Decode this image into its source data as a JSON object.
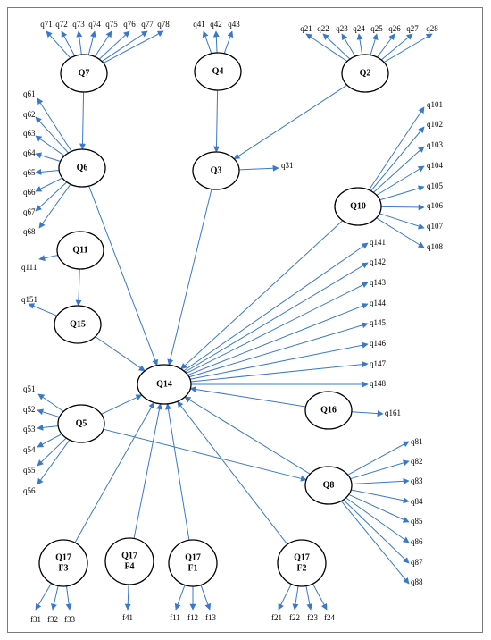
{
  "colors": {
    "edge": "#3a78c8",
    "node_stroke": "#000000",
    "text": "#000000",
    "frame": "#7a7a7a"
  },
  "nodes": [
    {
      "id": "Q7",
      "label": [
        "Q7"
      ]
    },
    {
      "id": "Q4",
      "label": [
        "Q4"
      ]
    },
    {
      "id": "Q2",
      "label": [
        "Q2"
      ]
    },
    {
      "id": "Q6",
      "label": [
        "Q6"
      ]
    },
    {
      "id": "Q3",
      "label": [
        "Q3"
      ]
    },
    {
      "id": "Q10",
      "label": [
        "Q10"
      ]
    },
    {
      "id": "Q11",
      "label": [
        "Q11"
      ]
    },
    {
      "id": "Q15",
      "label": [
        "Q15"
      ]
    },
    {
      "id": "Q14",
      "label": [
        "Q14"
      ]
    },
    {
      "id": "Q5",
      "label": [
        "Q5"
      ]
    },
    {
      "id": "Q16",
      "label": [
        "Q16"
      ]
    },
    {
      "id": "Q8",
      "label": [
        "Q8"
      ]
    },
    {
      "id": "Q17F3",
      "label": [
        "Q17",
        "F3"
      ]
    },
    {
      "id": "Q17F4",
      "label": [
        "Q17",
        "F4"
      ]
    },
    {
      "id": "Q17F1",
      "label": [
        "Q17",
        "F1"
      ]
    },
    {
      "id": "Q17F2",
      "label": [
        "Q17",
        "F2"
      ]
    }
  ],
  "structural_paths": [
    [
      "Q7",
      "Q6"
    ],
    [
      "Q4",
      "Q3"
    ],
    [
      "Q2",
      "Q3"
    ],
    [
      "Q6",
      "Q14"
    ],
    [
      "Q3",
      "Q14"
    ],
    [
      "Q10",
      "Q14"
    ],
    [
      "Q11",
      "Q15"
    ],
    [
      "Q15",
      "Q14"
    ],
    [
      "Q5",
      "Q14"
    ],
    [
      "Q5",
      "Q8"
    ],
    [
      "Q16",
      "Q14"
    ],
    [
      "Q8",
      "Q14"
    ],
    [
      "Q17F3",
      "Q14"
    ],
    [
      "Q17F4",
      "Q14"
    ],
    [
      "Q17F1",
      "Q14"
    ],
    [
      "Q17F2",
      "Q14"
    ]
  ],
  "indicators": [
    {
      "factor": "Q7",
      "items": [
        "q71",
        "q72",
        "q73",
        "q74",
        "q75",
        "q76",
        "q77",
        "q78"
      ]
    },
    {
      "factor": "Q4",
      "items": [
        "q41",
        "q42",
        "q43"
      ]
    },
    {
      "factor": "Q2",
      "items": [
        "q21",
        "q22",
        "q23",
        "q24",
        "q25",
        "q26",
        "q27",
        "q28"
      ]
    },
    {
      "factor": "Q6",
      "items": [
        "q61",
        "q62",
        "q63",
        "q64",
        "q65",
        "q66",
        "q67",
        "q68"
      ]
    },
    {
      "factor": "Q3",
      "items": [
        "q31"
      ]
    },
    {
      "factor": "Q10",
      "items": [
        "q101",
        "q102",
        "q103",
        "q104",
        "q105",
        "q106",
        "q107",
        "q108"
      ]
    },
    {
      "factor": "Q11",
      "items": [
        "q111"
      ]
    },
    {
      "factor": "Q15",
      "items": [
        "q151"
      ]
    },
    {
      "factor": "Q14",
      "items": [
        "q141",
        "q142",
        "q143",
        "q144",
        "q145",
        "q146",
        "q147",
        "q148"
      ]
    },
    {
      "factor": "Q5",
      "items": [
        "q51",
        "q52",
        "q53",
        "q54",
        "q55",
        "q56"
      ]
    },
    {
      "factor": "Q16",
      "items": [
        "q161"
      ]
    },
    {
      "factor": "Q8",
      "items": [
        "q81",
        "q82",
        "q83",
        "q84",
        "q85",
        "q86",
        "q87",
        "q88"
      ]
    },
    {
      "factor": "Q17F3",
      "items": [
        "f31",
        "f32",
        "f33"
      ]
    },
    {
      "factor": "Q17F4",
      "items": [
        "f41"
      ]
    },
    {
      "factor": "Q17F1",
      "items": [
        "f11",
        "f12",
        "f13"
      ]
    },
    {
      "factor": "Q17F2",
      "items": [
        "f21",
        "f22",
        "f23",
        "f24"
      ]
    }
  ]
}
